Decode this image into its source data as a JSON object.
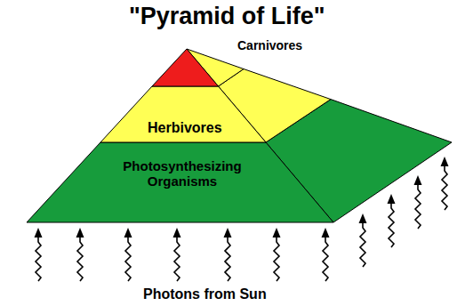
{
  "diagram": {
    "title": "\"Pyramid of Life\"",
    "nodes": [
      {
        "text": [
          "Carnivores"
        ]
      },
      {
        "text": [
          "Herbivores"
        ]
      },
      {
        "text": [
          "Photosynthesizing Organisms"
        ]
      }
    ],
    "labels": [
      "Photons from Sun"
    ]
  }
}
